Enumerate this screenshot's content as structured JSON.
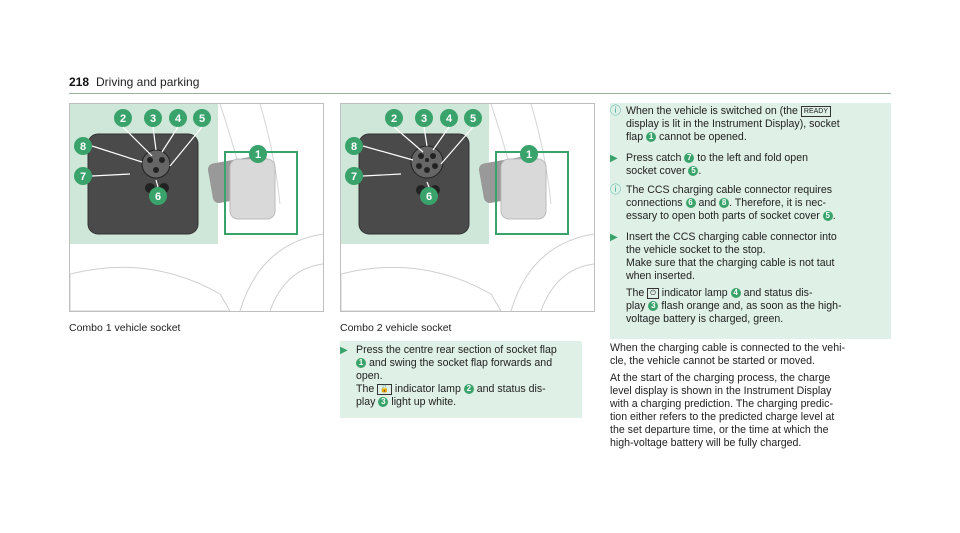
{
  "header": {
    "page_number": "218",
    "section_title": "Driving and parking"
  },
  "figures": [
    {
      "caption": "Combo 1 vehicle socket",
      "callouts": [
        "1",
        "2",
        "3",
        "4",
        "5",
        "6",
        "7",
        "8"
      ]
    },
    {
      "caption": "Combo 2 vehicle socket",
      "callouts": [
        "1",
        "2",
        "3",
        "4",
        "5",
        "6",
        "7",
        "8"
      ]
    }
  ],
  "left_step": {
    "line1": "Press the centre rear section of socket flap",
    "n1": "1",
    "line2": "and swing the socket flap forwards and",
    "line3": "open.",
    "line4a": "The",
    "symbol_lock": "🔓",
    "line4b": "indicator lamp",
    "n2": "2",
    "line4c": "and status dis-",
    "line5a": "play",
    "n3": "3",
    "line5b": "light up white."
  },
  "right": {
    "info1": {
      "l1a": "When the vehicle is switched on (the",
      "ready_symbol": "READY",
      "l2": "display is lit in the Instrument Display), socket",
      "l3a": "flap",
      "n1": "1",
      "l3b": "cannot be opened."
    },
    "step1": {
      "l1a": "Press catch",
      "n7": "7",
      "l1b": "to the left and fold open",
      "l2a": "socket cover",
      "n5": "5",
      "l2b": "."
    },
    "info2": {
      "l1": "The CCS charging cable connector requires",
      "l2a": "connections",
      "n6": "6",
      "l2b": "and",
      "n8": "8",
      "l2c": ". Therefore, it is nec-",
      "l3a": "essary to open both parts of socket cover",
      "n5": "5",
      "l3b": "."
    },
    "step2": {
      "l1": "Insert the CCS charging cable connector into",
      "l2": "the vehicle socket to the stop.",
      "l3": "Make sure that the charging cable is not taut",
      "l4": "when inserted.",
      "l5a": "The",
      "l5b": "indicator lamp",
      "n4": "4",
      "l5c": "and status dis-",
      "l6a": "play",
      "n3": "3",
      "l6b": "flash orange and, as soon as the high-",
      "l7": "voltage battery is charged, green."
    },
    "para1": {
      "l1": "When the charging cable is connected to the vehi-",
      "l2": "cle, the vehicle cannot be started or moved."
    },
    "para2": {
      "l1": "At the start of the charging process, the charge",
      "l2": "level display is shown in the Instrument Display",
      "l3": "with a charging prediction. The charging predic-",
      "l4": "tion either refers to the predicted charge level at",
      "l5": "the set departure time, or the time at which the",
      "l6": "high-voltage battery will be fully charged."
    }
  },
  "colors": {
    "accent": "#3aa36b",
    "highlight_bg": "#dff0e6",
    "figure_inset": "#cfe7d8"
  }
}
